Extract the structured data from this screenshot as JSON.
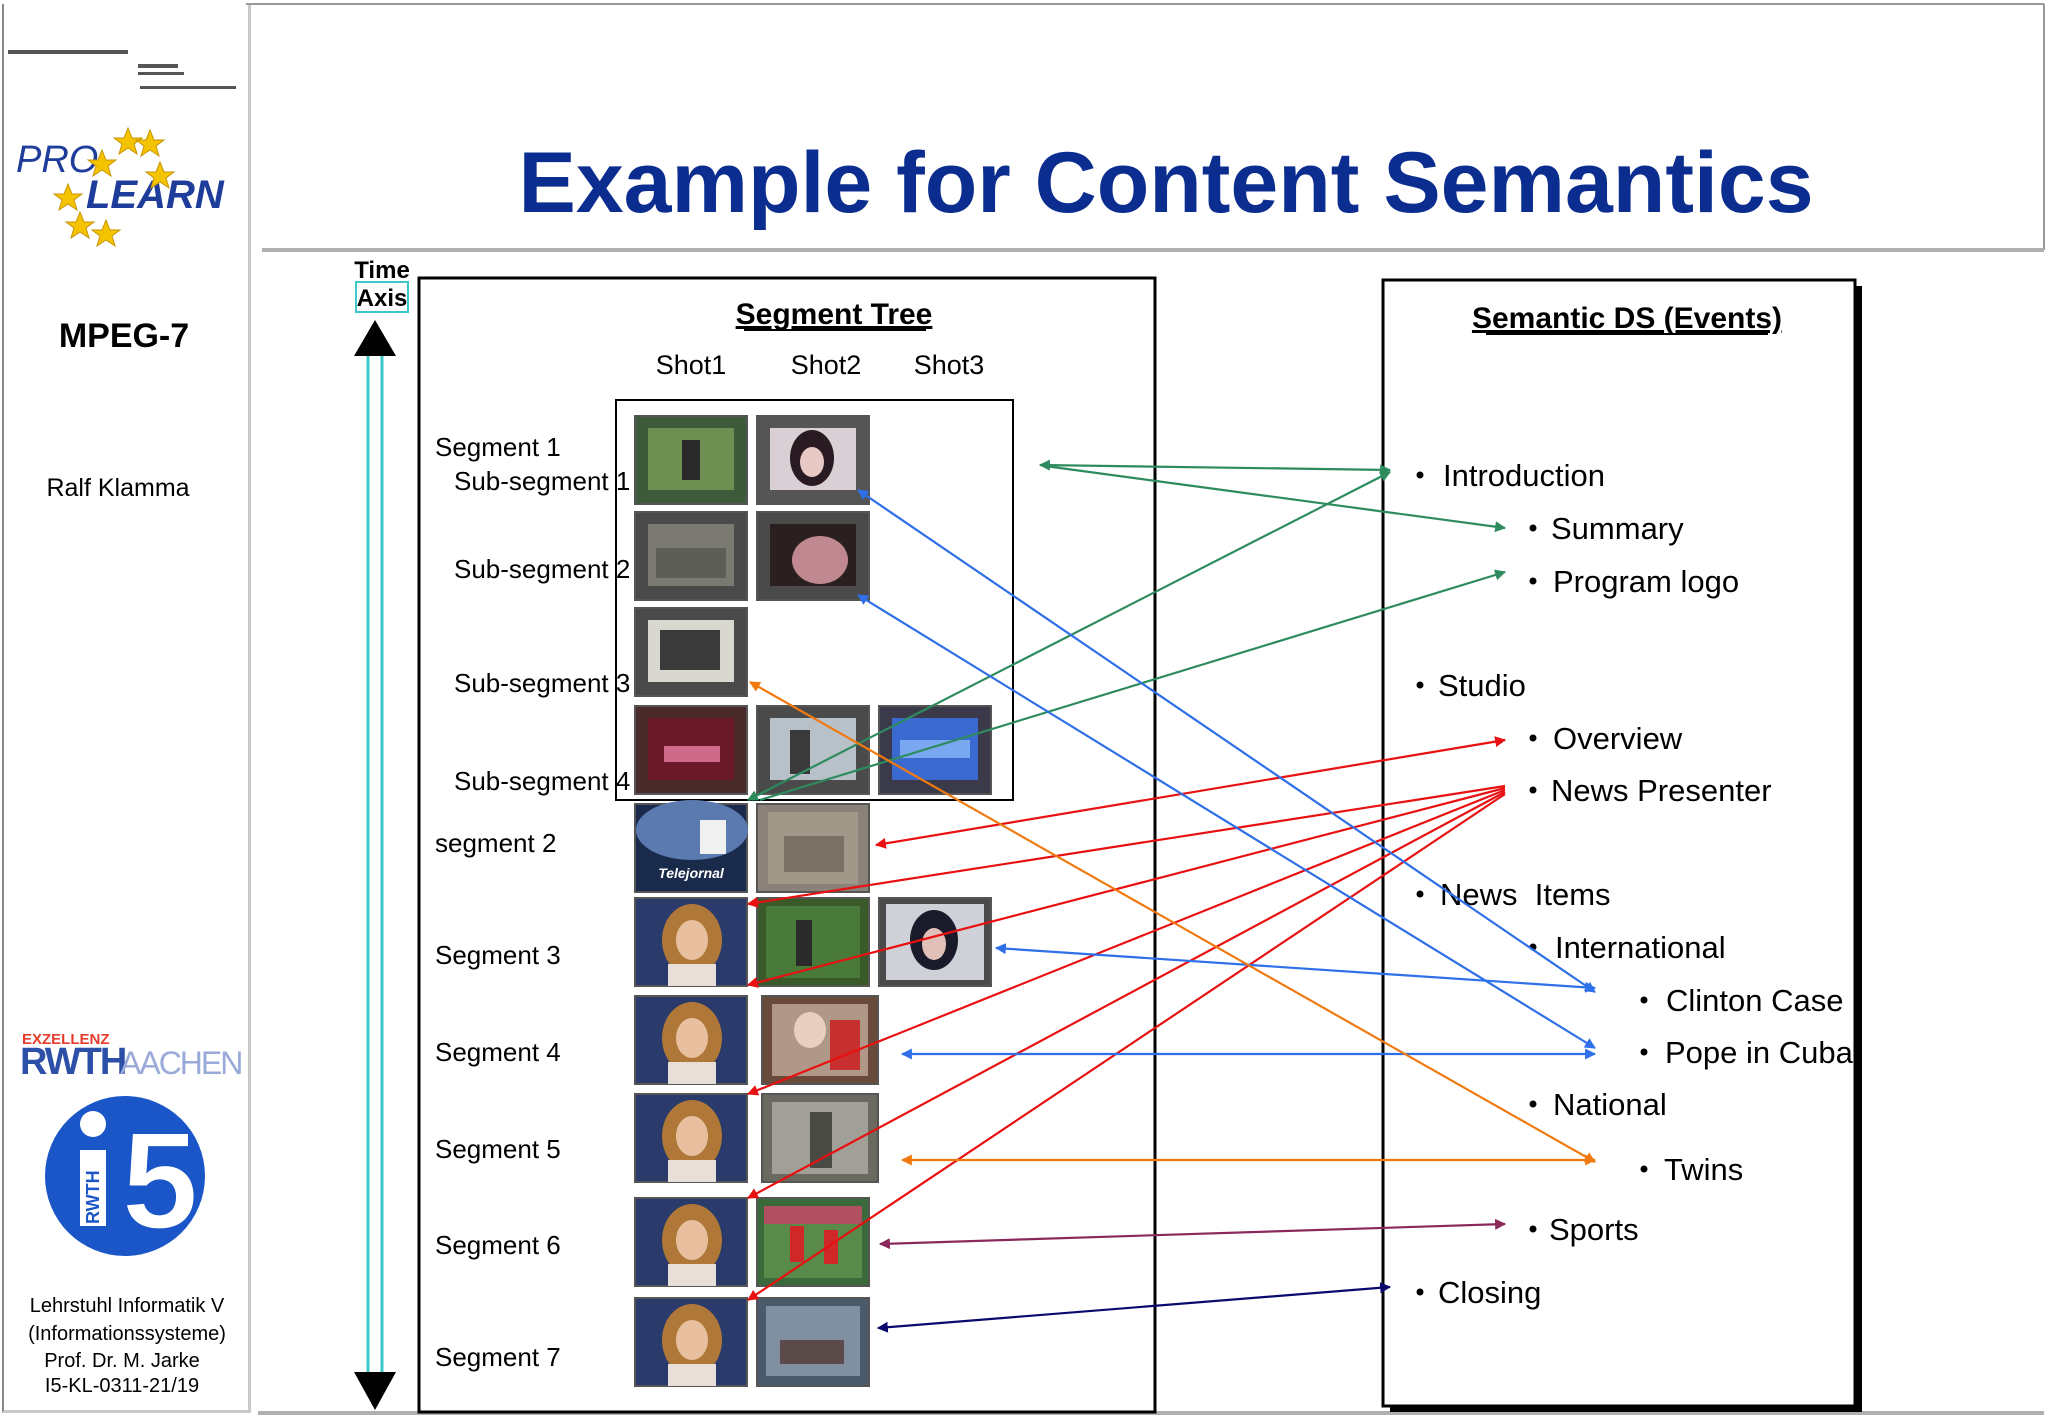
{
  "title": "Example for Content Semantics",
  "sidebar": {
    "logo_left": "PRO",
    "logo_right": "LEARN",
    "course": "MPEG-7",
    "author": "Ralf Klamma",
    "rwth_top": "EXZELLENZ",
    "rwth_main": "RWTH",
    "rwth_city": "AACHEN",
    "i5_text": "RWTH",
    "i5_number": "5",
    "footer": [
      "Lehrstuhl Informatik V",
      "(Informationssysteme)",
      "Prof. Dr. M. Jarke",
      "I5-KL-0311-21/19"
    ]
  },
  "time_axis": {
    "line1": "Time",
    "line2": "Axis"
  },
  "segment_tree": {
    "title": "Segment Tree",
    "shots": [
      "Shot1",
      "Shot2",
      "Shot3"
    ],
    "labels": [
      "Segment 1",
      "Sub-segment 1",
      "Sub-segment 2",
      "Sub-segment 3",
      "Sub-segment 4",
      "segment 2",
      "Segment 3",
      "Segment 4",
      "Segment 5",
      "Segment 6",
      "Segment 7"
    ],
    "logo_text": "Telejornal"
  },
  "semantic": {
    "title": "Semantic DS (Events)",
    "items": [
      "Introduction",
      "Summary",
      "Program logo",
      "Studio",
      "Overview",
      "News Presenter",
      "News  Items",
      "International",
      "Clinton Case",
      "Pope in Cuba",
      "National",
      "Twins",
      "Sports",
      "Closing"
    ]
  },
  "colors": {
    "title": "#0b2d8f",
    "intro_arrows": "#2e8b5e",
    "presenter_arrows": "#e81010",
    "international_arrows": "#2f6fe8",
    "twins_arrow": "#f07a10",
    "sports_arrow": "#8b2a5a",
    "closing_arrow": "#0a0a6e",
    "time_axis": "#3cc8c8"
  }
}
